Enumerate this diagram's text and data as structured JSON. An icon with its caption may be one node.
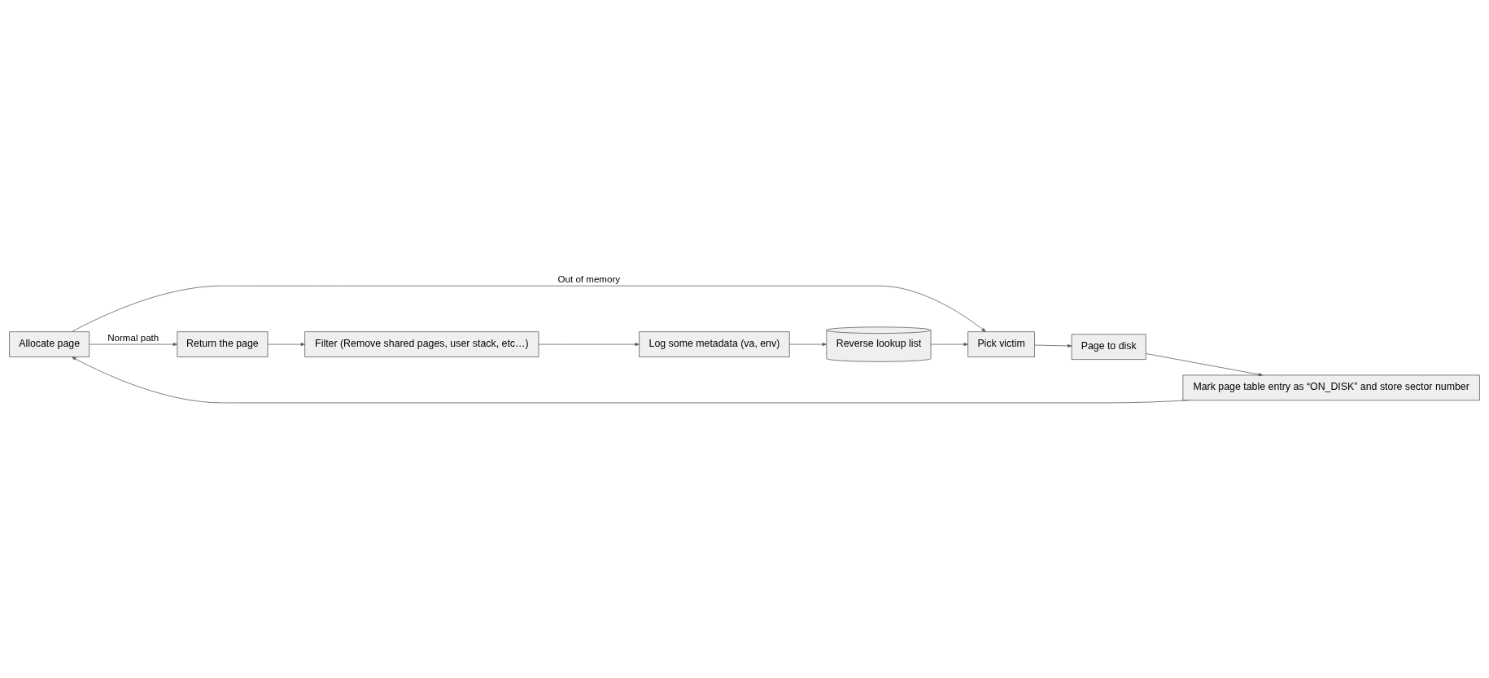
{
  "diagram": {
    "nodes": [
      {
        "text": [
          "Allocate page"
        ]
      },
      {
        "text": [
          "Pick victim"
        ]
      },
      {
        "text": [
          "Page to disk"
        ]
      },
      {
        "text": [
          "Mark page table entry as “ON_DISK” and store sector number"
        ]
      },
      {
        "text": [
          "Return the page"
        ]
      },
      {
        "text": [
          "Filter (Remove shared pages, user stack, etc…)"
        ]
      },
      {
        "text": [
          "Log some metadata (va, env)"
        ]
      },
      {
        "text": [
          "Reverse lookup list"
        ]
      }
    ],
    "edges": [
      {
        "from": 0,
        "to": 1,
        "arrow": "to",
        "label": "Out of memory"
      },
      {
        "from": 1,
        "to": 2,
        "arrow": "to"
      },
      {
        "from": 2,
        "to": 3,
        "arrow": "to"
      },
      {
        "from": 3,
        "to": 0,
        "arrow": "to"
      },
      {
        "from": 0,
        "to": 4,
        "arrow": "to",
        "label": "Normal path"
      },
      {
        "from": 4,
        "to": 5,
        "arrow": "to"
      },
      {
        "from": 5,
        "to": 6,
        "arrow": "to"
      },
      {
        "from": 6,
        "to": 7,
        "arrow": "to"
      },
      {
        "from": 7,
        "to": 1,
        "arrow": "to"
      }
    ]
  }
}
